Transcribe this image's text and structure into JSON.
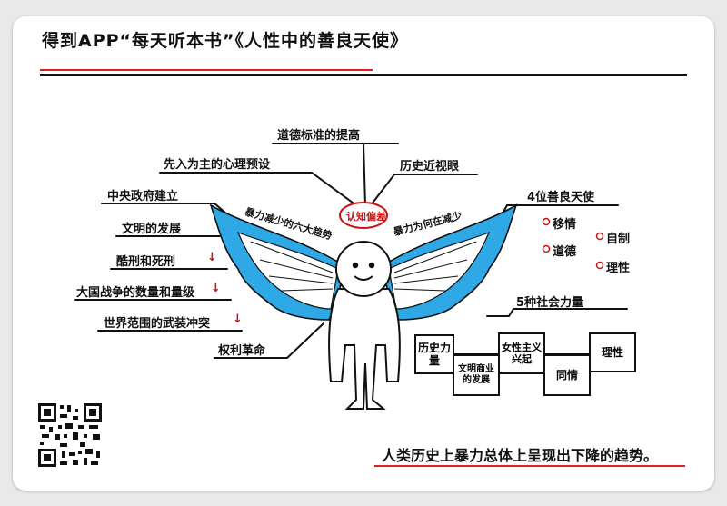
{
  "header": {
    "title": "得到APP“每天听本书”《人性中的善良天使》"
  },
  "center": {
    "label": "认知偏差"
  },
  "top_items": [
    "道德标准的提高",
    "先入为主的心理预设",
    "历史近视眼"
  ],
  "left_wing_title": "暴力减少的六大趋势",
  "right_wing_title": "暴力为何在减少",
  "trends": [
    {
      "label": "中央政府建立",
      "arrow": ""
    },
    {
      "label": "文明的发展",
      "arrow": ""
    },
    {
      "label": "酷刑和死刑",
      "arrow": "↓"
    },
    {
      "label": "大国战争的数量和量级",
      "arrow": "↓"
    },
    {
      "label": "世界范围的武装冲突",
      "arrow": "↓"
    },
    {
      "label": "权利革命",
      "arrow": ""
    }
  ],
  "angels": {
    "title": "4位善良天使",
    "items": [
      "移情",
      "自制",
      "道德",
      "理性"
    ]
  },
  "forces": {
    "title": "5种社会力量",
    "items": [
      "历史力量",
      "文明商业的发展",
      "女性主义兴起",
      "同情",
      "理性"
    ]
  },
  "conclusion": "人类历史上暴力总体上呈现出下降的趋势。"
}
